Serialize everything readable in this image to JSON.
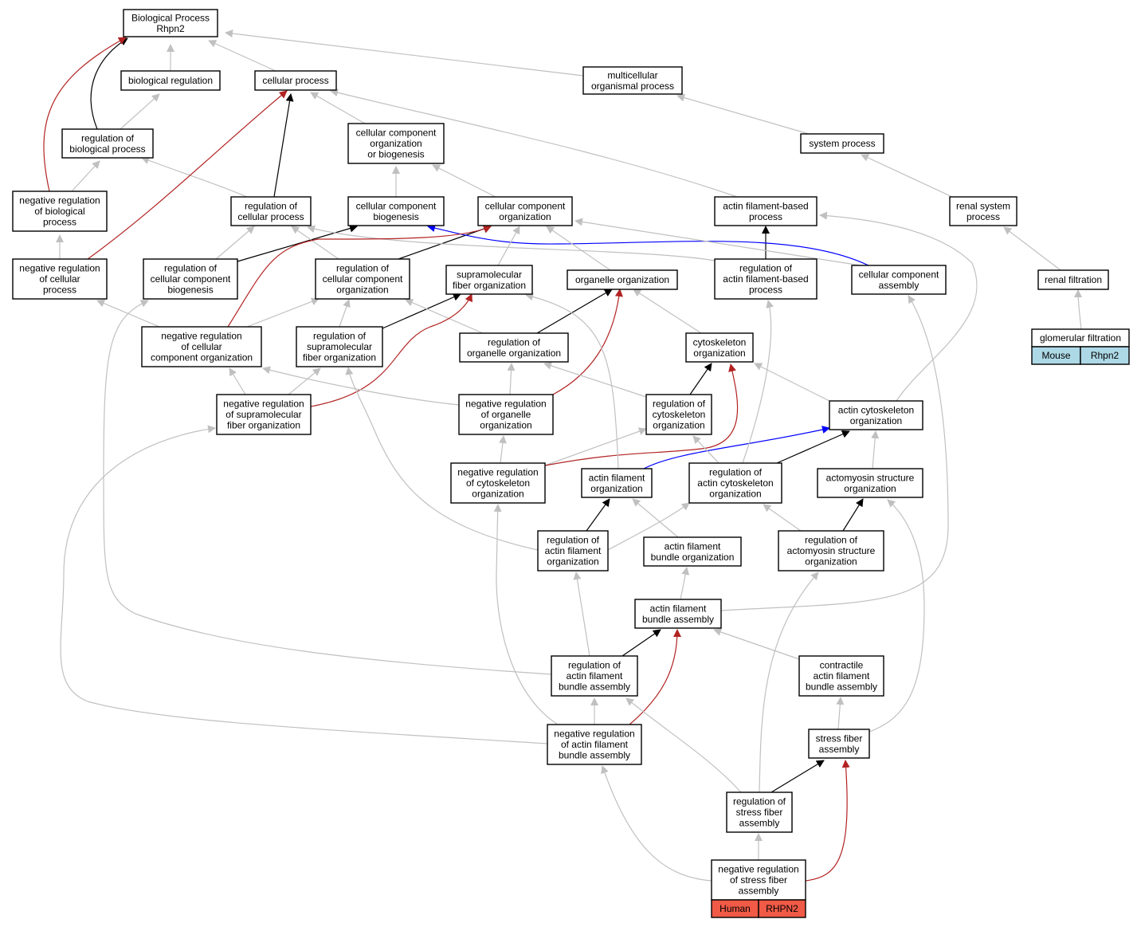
{
  "colors": {
    "is_a": "#c0c0c0",
    "part_of": "#000000",
    "negatively_regulates": "#b22222",
    "positively_regulates": "#0000ff",
    "mouse_fill": "#add8e6",
    "human_fill": "#f05a46"
  },
  "nodes": [
    {
      "id": "bp",
      "lines": [
        "Biological Process",
        "Rhpn2"
      ]
    },
    {
      "id": "bioreg",
      "lines": [
        "biological regulation"
      ]
    },
    {
      "id": "cellproc",
      "lines": [
        "cellular process"
      ]
    },
    {
      "id": "multicell",
      "lines": [
        "multicellular",
        "organismal process"
      ]
    },
    {
      "id": "regbio",
      "lines": [
        "regulation of",
        "biological process"
      ]
    },
    {
      "id": "ccob",
      "lines": [
        "cellular component",
        "organization",
        "or biogenesis"
      ]
    },
    {
      "id": "sysproc",
      "lines": [
        "system process"
      ]
    },
    {
      "id": "negregbio",
      "lines": [
        "negative regulation",
        "of biological",
        "process"
      ]
    },
    {
      "id": "regcell",
      "lines": [
        "regulation of",
        "cellular process"
      ]
    },
    {
      "id": "ccbio",
      "lines": [
        "cellular component",
        "biogenesis"
      ]
    },
    {
      "id": "ccorg",
      "lines": [
        "cellular component",
        "organization"
      ]
    },
    {
      "id": "actinbased",
      "lines": [
        "actin filament-based",
        "process"
      ]
    },
    {
      "id": "renalsys",
      "lines": [
        "renal system",
        "process"
      ]
    },
    {
      "id": "negregcell",
      "lines": [
        "negative regulation",
        "of cellular",
        "process"
      ]
    },
    {
      "id": "regccbio",
      "lines": [
        "regulation of",
        "cellular component",
        "biogenesis"
      ]
    },
    {
      "id": "regccorg",
      "lines": [
        "regulation of",
        "cellular component",
        "organization"
      ]
    },
    {
      "id": "supramol",
      "lines": [
        "supramolecular",
        "fiber organization"
      ]
    },
    {
      "id": "organelle",
      "lines": [
        "organelle organization"
      ]
    },
    {
      "id": "regactinbased",
      "lines": [
        "regulation of",
        "actin filament-based",
        "process"
      ]
    },
    {
      "id": "ccassembly",
      "lines": [
        "cellular component",
        "assembly"
      ]
    },
    {
      "id": "renalfilt",
      "lines": [
        "renal filtration"
      ]
    },
    {
      "id": "glom",
      "lines": [
        "glomerular filtration"
      ]
    },
    {
      "id": "negregccorg",
      "lines": [
        "negative regulation",
        "of cellular",
        "component organization"
      ]
    },
    {
      "id": "regsupramol",
      "lines": [
        "regulation of",
        "supramolecular",
        "fiber organization"
      ]
    },
    {
      "id": "regorganelle",
      "lines": [
        "regulation of",
        "organelle organization"
      ]
    },
    {
      "id": "cytoorg",
      "lines": [
        "cytoskeleton",
        "organization"
      ]
    },
    {
      "id": "negregsupramol",
      "lines": [
        "negative regulation",
        "of supramolecular",
        "fiber organization"
      ]
    },
    {
      "id": "negregorganelle",
      "lines": [
        "negative regulation",
        "of organelle",
        "organization"
      ]
    },
    {
      "id": "regcyto",
      "lines": [
        "regulation of",
        "cytoskeleton",
        "organization"
      ]
    },
    {
      "id": "actincyto",
      "lines": [
        "actin cytoskeleton",
        "organization"
      ]
    },
    {
      "id": "negregcyto",
      "lines": [
        "negative regulation",
        "of cytoskeleton",
        "organization"
      ]
    },
    {
      "id": "actinfil",
      "lines": [
        "actin filament",
        "organization"
      ]
    },
    {
      "id": "regactincyto",
      "lines": [
        "regulation of",
        "actin cytoskeleton",
        "organization"
      ]
    },
    {
      "id": "actomyosin",
      "lines": [
        "actomyosin structure",
        "organization"
      ]
    },
    {
      "id": "regactinfil",
      "lines": [
        "regulation of",
        "actin filament",
        "organization"
      ]
    },
    {
      "id": "afbundleorg",
      "lines": [
        "actin filament",
        "bundle organization"
      ]
    },
    {
      "id": "regactomyosin",
      "lines": [
        "regulation of",
        "actomyosin structure",
        "organization"
      ]
    },
    {
      "id": "afbundleasm",
      "lines": [
        "actin filament",
        "bundle assembly"
      ]
    },
    {
      "id": "regafbundle",
      "lines": [
        "regulation of",
        "actin filament",
        "bundle assembly"
      ]
    },
    {
      "id": "contractile",
      "lines": [
        "contractile",
        "actin filament",
        "bundle assembly"
      ]
    },
    {
      "id": "negregafbundle",
      "lines": [
        "negative regulation",
        "of actin filament",
        "bundle assembly"
      ]
    },
    {
      "id": "stressfiber",
      "lines": [
        "stress fiber",
        "assembly"
      ]
    },
    {
      "id": "regstress",
      "lines": [
        "regulation of",
        "stress fiber",
        "assembly"
      ]
    },
    {
      "id": "negregstress",
      "lines": [
        "negative regulation",
        "of stress fiber",
        "assembly"
      ]
    }
  ],
  "tags": [
    {
      "id": "glom",
      "species": "Mouse",
      "gene": "Rhpn2",
      "fill": "#add8e6"
    },
    {
      "id": "negregstress",
      "species": "Human",
      "gene": "RHPN2",
      "fill": "#f05a46"
    }
  ],
  "edges": [
    {
      "from": "bioreg",
      "to": "bp",
      "type": "is_a"
    },
    {
      "from": "cellproc",
      "to": "bp",
      "type": "is_a"
    },
    {
      "from": "multicell",
      "to": "bp",
      "type": "is_a"
    },
    {
      "from": "regbio",
      "to": "bp",
      "type": "part_of"
    },
    {
      "from": "negregbio",
      "to": "bp",
      "type": "negatively_regulates"
    },
    {
      "from": "regbio",
      "to": "bioreg",
      "type": "is_a"
    },
    {
      "from": "negregbio",
      "to": "regbio",
      "type": "is_a"
    },
    {
      "from": "regcell",
      "to": "regbio",
      "type": "is_a"
    },
    {
      "from": "regcell",
      "to": "cellproc",
      "type": "part_of"
    },
    {
      "from": "negregcell",
      "to": "cellproc",
      "type": "negatively_regulates"
    },
    {
      "from": "ccob",
      "to": "cellproc",
      "type": "is_a"
    },
    {
      "from": "actinbased",
      "to": "cellproc",
      "type": "is_a"
    },
    {
      "from": "negregcell",
      "to": "negregbio",
      "type": "is_a"
    },
    {
      "from": "ccbio",
      "to": "ccob",
      "type": "is_a"
    },
    {
      "from": "ccorg",
      "to": "ccob",
      "type": "is_a"
    },
    {
      "from": "sysproc",
      "to": "multicell",
      "type": "is_a"
    },
    {
      "from": "renalsys",
      "to": "sysproc",
      "type": "is_a"
    },
    {
      "from": "renalfilt",
      "to": "renalsys",
      "type": "is_a"
    },
    {
      "from": "glom",
      "to": "renalfilt",
      "type": "is_a"
    },
    {
      "from": "regccbio",
      "to": "regcell",
      "type": "is_a"
    },
    {
      "from": "regccbio",
      "to": "ccbio",
      "type": "part_of"
    },
    {
      "from": "regccorg",
      "to": "regcell",
      "type": "is_a"
    },
    {
      "from": "regccorg",
      "to": "ccorg",
      "type": "part_of"
    },
    {
      "from": "regactinbased",
      "to": "regcell",
      "type": "is_a"
    },
    {
      "from": "regactinbased",
      "to": "actinbased",
      "type": "part_of"
    },
    {
      "from": "ccassembly",
      "to": "ccbio",
      "type": "positively_regulates"
    },
    {
      "from": "ccassembly",
      "to": "ccorg",
      "type": "is_a"
    },
    {
      "from": "supramol",
      "to": "ccorg",
      "type": "is_a"
    },
    {
      "from": "organelle",
      "to": "ccorg",
      "type": "is_a"
    },
    {
      "from": "negregccorg",
      "to": "negregcell",
      "type": "is_a"
    },
    {
      "from": "negregccorg",
      "to": "regccorg",
      "type": "is_a"
    },
    {
      "from": "negregccorg",
      "to": "ccorg",
      "type": "negatively_regulates"
    },
    {
      "from": "regsupramol",
      "to": "regccorg",
      "type": "is_a"
    },
    {
      "from": "regsupramol",
      "to": "supramol",
      "type": "part_of"
    },
    {
      "from": "regorganelle",
      "to": "regccorg",
      "type": "is_a"
    },
    {
      "from": "regorganelle",
      "to": "organelle",
      "type": "part_of"
    },
    {
      "from": "cytoorg",
      "to": "organelle",
      "type": "is_a"
    },
    {
      "from": "negregsupramol",
      "to": "negregccorg",
      "type": "is_a"
    },
    {
      "from": "negregsupramol",
      "to": "regsupramol",
      "type": "is_a"
    },
    {
      "from": "negregsupramol",
      "to": "supramol",
      "type": "negatively_regulates"
    },
    {
      "from": "negregorganelle",
      "to": "negregccorg",
      "type": "is_a"
    },
    {
      "from": "negregorganelle",
      "to": "regorganelle",
      "type": "is_a"
    },
    {
      "from": "negregorganelle",
      "to": "organelle",
      "type": "negatively_regulates"
    },
    {
      "from": "regcyto",
      "to": "regorganelle",
      "type": "is_a"
    },
    {
      "from": "regcyto",
      "to": "cytoorg",
      "type": "part_of"
    },
    {
      "from": "actincyto",
      "to": "cytoorg",
      "type": "is_a"
    },
    {
      "from": "actincyto",
      "to": "actinbased",
      "type": "is_a"
    },
    {
      "from": "negregcyto",
      "to": "negregorganelle",
      "type": "is_a"
    },
    {
      "from": "negregcyto",
      "to": "regcyto",
      "type": "is_a"
    },
    {
      "from": "negregcyto",
      "to": "cytoorg",
      "type": "negatively_regulates"
    },
    {
      "from": "actinfil",
      "to": "supramol",
      "type": "is_a"
    },
    {
      "from": "actinfil",
      "to": "actincyto",
      "type": "positively_regulates"
    },
    {
      "from": "regactincyto",
      "to": "regcyto",
      "type": "is_a"
    },
    {
      "from": "regactincyto",
      "to": "regactinbased",
      "type": "is_a"
    },
    {
      "from": "regactincyto",
      "to": "actincyto",
      "type": "part_of"
    },
    {
      "from": "actomyosin",
      "to": "actincyto",
      "type": "is_a"
    },
    {
      "from": "regactinfil",
      "to": "regactincyto",
      "type": "is_a"
    },
    {
      "from": "regactinfil",
      "to": "actinfil",
      "type": "part_of"
    },
    {
      "from": "regactinfil",
      "to": "regsupramol",
      "type": "is_a"
    },
    {
      "from": "afbundleorg",
      "to": "actinfil",
      "type": "is_a"
    },
    {
      "from": "regactomyosin",
      "to": "regactincyto",
      "type": "is_a"
    },
    {
      "from": "regactomyosin",
      "to": "actomyosin",
      "type": "part_of"
    },
    {
      "from": "afbundleasm",
      "to": "afbundleorg",
      "type": "is_a"
    },
    {
      "from": "afbundleasm",
      "to": "ccassembly",
      "type": "is_a"
    },
    {
      "from": "regafbundle",
      "to": "regactinfil",
      "type": "is_a"
    },
    {
      "from": "regafbundle",
      "to": "afbundleasm",
      "type": "part_of"
    },
    {
      "from": "regafbundle",
      "to": "regccbio",
      "type": "is_a"
    },
    {
      "from": "contractile",
      "to": "afbundleasm",
      "type": "is_a"
    },
    {
      "from": "negregafbundle",
      "to": "regafbundle",
      "type": "is_a"
    },
    {
      "from": "negregafbundle",
      "to": "afbundleasm",
      "type": "negatively_regulates"
    },
    {
      "from": "negregafbundle",
      "to": "negregcyto",
      "type": "is_a"
    },
    {
      "from": "negregafbundle",
      "to": "negregsupramol",
      "type": "is_a"
    },
    {
      "from": "stressfiber",
      "to": "contractile",
      "type": "is_a"
    },
    {
      "from": "stressfiber",
      "to": "actomyosin",
      "type": "is_a"
    },
    {
      "from": "regstress",
      "to": "stressfiber",
      "type": "part_of"
    },
    {
      "from": "regstress",
      "to": "regafbundle",
      "type": "is_a"
    },
    {
      "from": "regstress",
      "to": "regactomyosin",
      "type": "is_a"
    },
    {
      "from": "negregstress",
      "to": "regstress",
      "type": "is_a"
    },
    {
      "from": "negregstress",
      "to": "negregafbundle",
      "type": "is_a"
    },
    {
      "from": "negregstress",
      "to": "stressfiber",
      "type": "negatively_regulates"
    }
  ]
}
